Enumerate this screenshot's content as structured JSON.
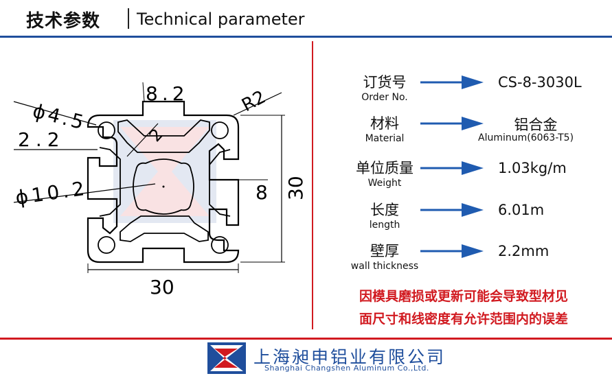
{
  "header": {
    "title_zh": "技术参数",
    "title_en": "Technical parameter"
  },
  "drawing": {
    "dim_top_slot": "8.2",
    "dim_hole_small": "ϕ4.5",
    "dim_wall": "2.2",
    "dim_radius": "R2",
    "dim_diag": "2",
    "dim_center_hole": "ϕ10.2",
    "dim_slot_side": "8",
    "dim_height": "30",
    "dim_width": "30"
  },
  "params": [
    {
      "label_zh": "订货号",
      "label_en": "Order No.",
      "value": "CS-8-3030L",
      "value_sub": ""
    },
    {
      "label_zh": "材料",
      "label_en": "Material",
      "value": "铝合金",
      "value_sub": "Aluminum(6063-T5)"
    },
    {
      "label_zh": "单位质量",
      "label_en": "Weight",
      "value": "1.03kg/m",
      "value_sub": ""
    },
    {
      "label_zh": "长度",
      "label_en": "length",
      "value": "6.01m",
      "value_sub": ""
    },
    {
      "label_zh": "壁厚",
      "label_en": "wall thickness",
      "value": "2.2mm",
      "value_sub": ""
    }
  ],
  "note": {
    "line1": "因模具磨损或更新可能会导致型材见",
    "line2": "面尺寸和线密度有允许范围内的误差"
  },
  "footer": {
    "company_zh": "上海昶申铝业有限公司",
    "company_en": "Shanghai  Changshen Aluminum  Co.,Ltd."
  },
  "colors": {
    "blue": "#1f4e9c",
    "red": "#d11a20",
    "arrow": "#1f5bb0"
  }
}
